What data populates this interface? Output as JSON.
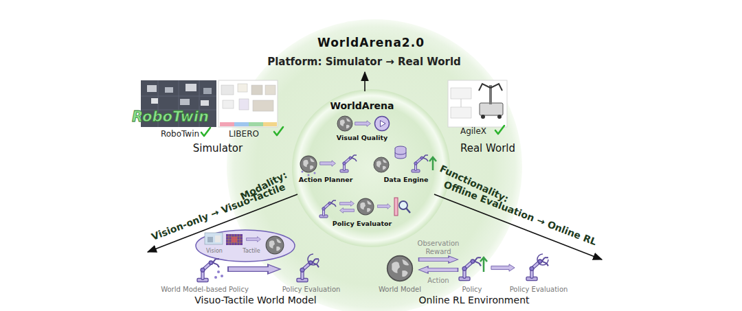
{
  "diagram": {
    "nodes": [
      {
        "text": [
          "WorldArena2.0",
          "Platform: Simulator → Real World"
        ]
      },
      {
        "text": [
          "WorldArena"
        ],
        "in": 0
      },
      {
        "text": [
          "Vision",
          "+",
          "Tactile"
        ]
      }
    ],
    "labels": [
      "RoboTwin",
      "RoboTwin",
      "LIBERO",
      "Simulator",
      "AgileX",
      "Real World",
      "Visual Quality",
      "Action Planner",
      "Data Engine",
      "Policy Evaluator",
      "Modality:",
      "Vision-only → Visuo-Tactile",
      "Functionality:",
      "Offline Evaluation → Online RL",
      "World Model-based Policy",
      "Policy Evaluation",
      "Visuo-Tactile World Model",
      "Observation",
      "Reward",
      "Action",
      "World Model",
      "Policy",
      "Policy Evaluation",
      "Online RL Environment"
    ]
  }
}
